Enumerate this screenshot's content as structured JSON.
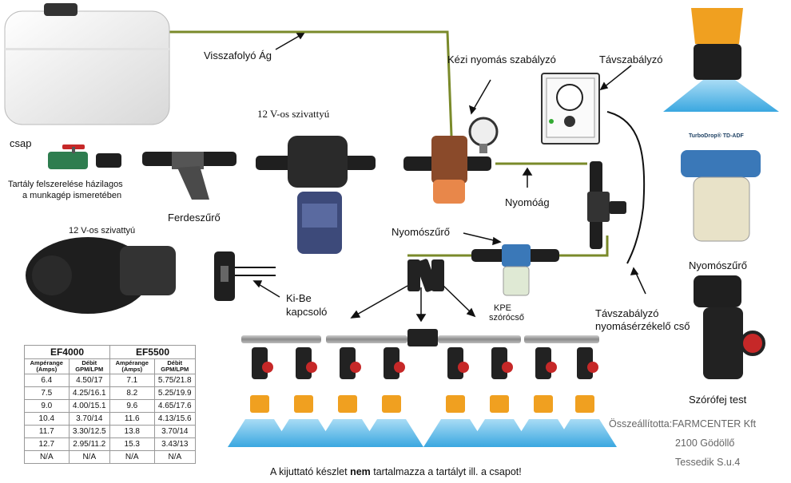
{
  "labels": {
    "return_branch": "Visszafolyó Ág",
    "manual_regulator": "Kézi nyomás szabályzó",
    "remote_regulator": "Távszabályzó",
    "pump_top": "12  V-os szivattyú",
    "tap": "csap",
    "tank_note_1": "Tartály felszerelése házilagos",
    "tank_note_2": "a munkagép ismeretében",
    "y_filter": "Ferdeszűrő",
    "pressure_branch": "Nyomóág",
    "pressure_filter_mid": "Nyomószűrő",
    "pump_side": "12 V-os szivattyú",
    "switch_1": "Ki-Be",
    "switch_2": "kapcsoló",
    "kpe_1": "KPE",
    "kpe_2": "szórócső",
    "sensor_1": "Távszabályzó",
    "sensor_2": "nyomásérzékelő cső",
    "pressure_filter_right": "Nyomószűrő",
    "nozzle_body": "Szórófej test",
    "turbodrop": "TurboDrop® TD-ADF"
  },
  "credit": {
    "line1": "Összeállította:FARMCENTER  Kft",
    "line2": "2100 Gödöllő",
    "line3": "Tessedik S.u.4"
  },
  "footer": {
    "before": "A kijuttató készlet ",
    "bold": "nem",
    "after": " tartalmazza a tartályt ill. a csapot!"
  },
  "pump_table": {
    "models": [
      "EF4000",
      "EF5500"
    ],
    "col_amp": "Ampérange (Amps)",
    "col_flow": "Débit GPM/LPM",
    "rows": [
      [
        "6.4",
        "4.50/17",
        "7.1",
        "5.75/21.8"
      ],
      [
        "7.5",
        "4.25/16.1",
        "8.2",
        "5.25/19.9"
      ],
      [
        "9.0",
        "4.00/15.1",
        "9.6",
        "4.65/17.6"
      ],
      [
        "10.4",
        "3.70/14",
        "11.6",
        "4.13/15.6"
      ],
      [
        "11.7",
        "3.30/12.5",
        "13.8",
        "3.70/14"
      ],
      [
        "12.7",
        "2.95/11.2",
        "15.3",
        "3.43/13"
      ],
      [
        "N/A",
        "N/A",
        "N/A",
        "N/A"
      ]
    ]
  },
  "colors": {
    "hose": "#7a8a2a",
    "nozzle_yellow": "#f0a020",
    "spray_blue": "#6fc3ea",
    "filter_blue": "#3a78b8",
    "valve_red": "#c62828",
    "regulator_orange": "#e8874a"
  }
}
